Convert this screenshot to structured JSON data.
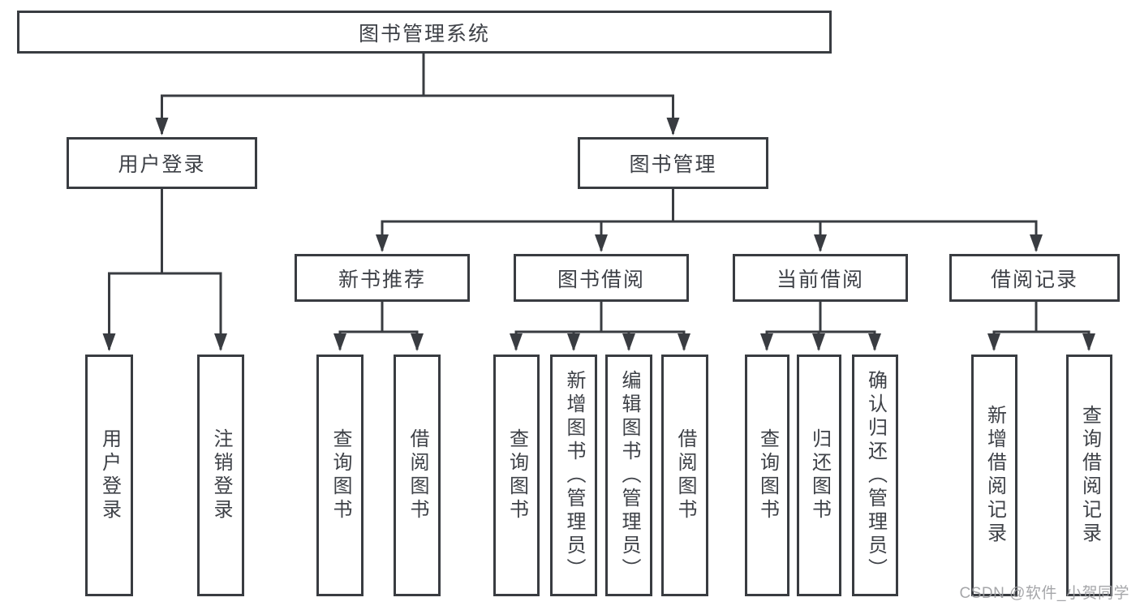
{
  "diagram": {
    "root": {
      "label": "图书管理系统"
    },
    "level2": {
      "user_login": {
        "label": "用户登录"
      },
      "book_management": {
        "label": "图书管理"
      }
    },
    "level3": {
      "new_book_recommend": {
        "label": "新书推荐"
      },
      "book_borrow": {
        "label": "图书借阅"
      },
      "current_borrow": {
        "label": "当前借阅"
      },
      "borrow_record": {
        "label": "借阅记录"
      }
    },
    "leaves": {
      "user_login_leaf": {
        "label": "用户登录"
      },
      "logout": {
        "label": "注销登录"
      },
      "nb_query_book": {
        "label": "查询图书"
      },
      "nb_borrow_book": {
        "label": "借阅图书"
      },
      "bb_query_book": {
        "label": "查询图书"
      },
      "bb_add_book": {
        "label": "新增图书（管理员）"
      },
      "bb_edit_book": {
        "label": "编辑图书（管理员）"
      },
      "bb_borrow_book": {
        "label": "借阅图书"
      },
      "cb_query_book": {
        "label": "查询图书"
      },
      "cb_return_book": {
        "label": "归还图书"
      },
      "cb_confirm_return": {
        "label": "确认归还（管理员）"
      },
      "br_add_record": {
        "label": "新增借阅记录"
      },
      "br_query_record": {
        "label": "查询借阅记录"
      }
    },
    "colors": {
      "line": "#393c41",
      "text": "#3e4147",
      "watermark_text": "#9c9da0",
      "background": "#ffffff"
    },
    "watermark": "CSDN @软件_小贺同学"
  }
}
